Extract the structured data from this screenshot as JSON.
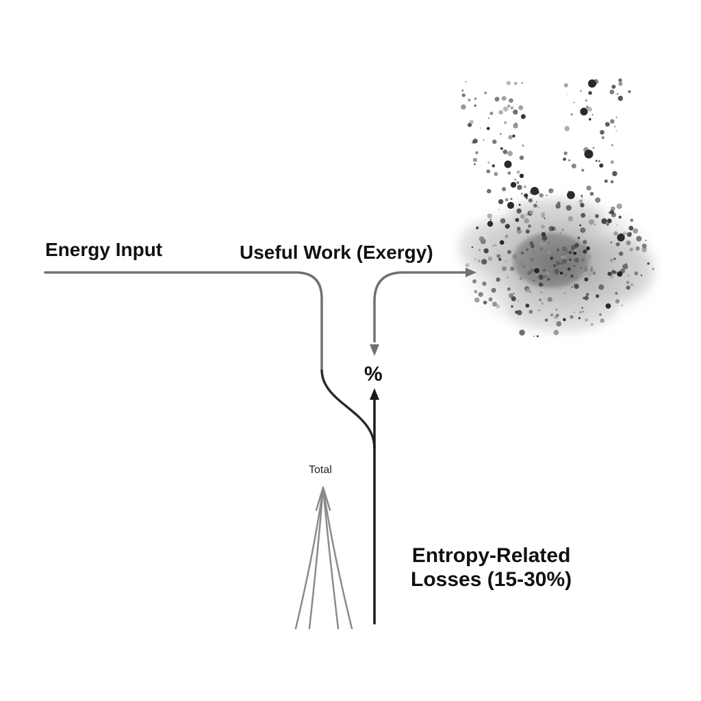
{
  "diagram": {
    "labels": {
      "energy_input": "Energy Input",
      "useful_work": "Useful Work (Exergy)",
      "percent_symbol": "%",
      "total": "Total",
      "losses_line1": "Entropy-Related",
      "losses_line2": "Losses (15-30%)"
    },
    "colors": {
      "input_flow": "#707070",
      "loss_flow": "#1a1a1a",
      "total_rays": "#8a8a8a",
      "particles": "#3a3a3a",
      "cloud": "#9a9a9a"
    }
  }
}
